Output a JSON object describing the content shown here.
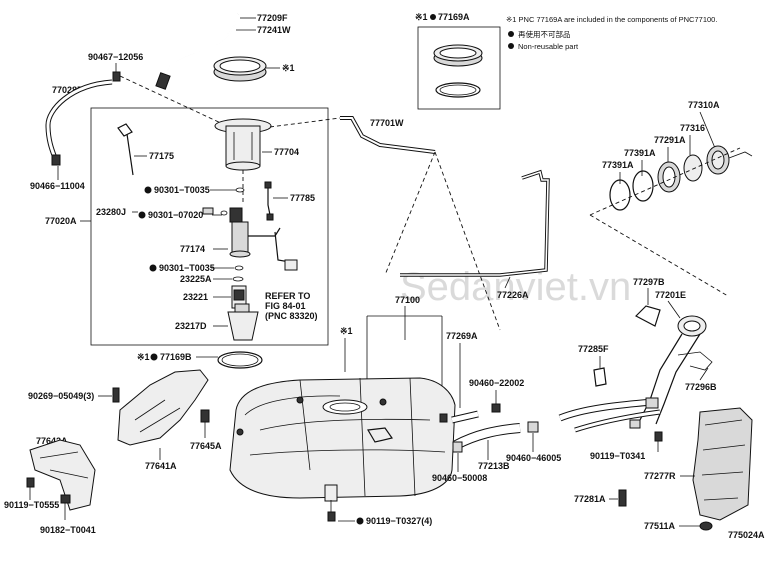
{
  "diagram_id": "775024A",
  "watermark": "Sedanviet.vn",
  "footnotes": {
    "line1": "※1 PNC 77169A are included in the components of PNC77100.",
    "line2": "再使用不可部品",
    "line3": "Non-reusable part"
  },
  "labels": {
    "p77209F": "77209F",
    "p77241W": "77241W",
    "p90467_12056": "90467−12056",
    "x1_ring": "※1",
    "p77028F": "77028F",
    "p90466_11004": "90466−11004",
    "p77020A": "77020A",
    "p77175": "77175",
    "p77704": "77704",
    "p90301_T0035a": "90301−T0035",
    "p77785": "77785",
    "p23280J": "23280J",
    "p90301_07020": "90301−07020",
    "p77174": "77174",
    "p90301_T0035b": "90301−T0035",
    "p23225A": "23225A",
    "p23221": "23221",
    "p23217D": "23217D",
    "refer1": "REFER TO",
    "refer2": "FIG 84-01",
    "refer3": "(PNC 83320)",
    "p77701W": "77701W",
    "box_x1": "※1",
    "p77169A": "77169A",
    "p77310A": "77310A",
    "p77316": "77316",
    "p77291A": "77291A",
    "p77391A_a": "77391A",
    "p77391A_b": "77391A",
    "p77226A": "77226A",
    "p77297B": "77297B",
    "p77201E": "77201E",
    "p77100": "77100",
    "x1_tank": "※1",
    "p77169B": "77169B",
    "p77269A": "77269A",
    "p77285F": "77285F",
    "p77296B": "77296B",
    "p90269_05049": "90269−05049(3)",
    "p77642A": "77642A",
    "p77641A": "77641A",
    "p77645A": "77645A",
    "p90460_22002": "90460−22002",
    "p90460_46005": "90460−46005",
    "p77213B": "77213B",
    "p90460_50008": "90460−50008",
    "p90119_T0341": "90119−T0341",
    "p77277R": "77277R",
    "p77281A": "77281A",
    "p90119_T0555": "90119−T0555",
    "p90182_T0041": "90182−T0041",
    "p90119_T0327": "90119−T0327(4)",
    "p77511A": "77511A"
  }
}
